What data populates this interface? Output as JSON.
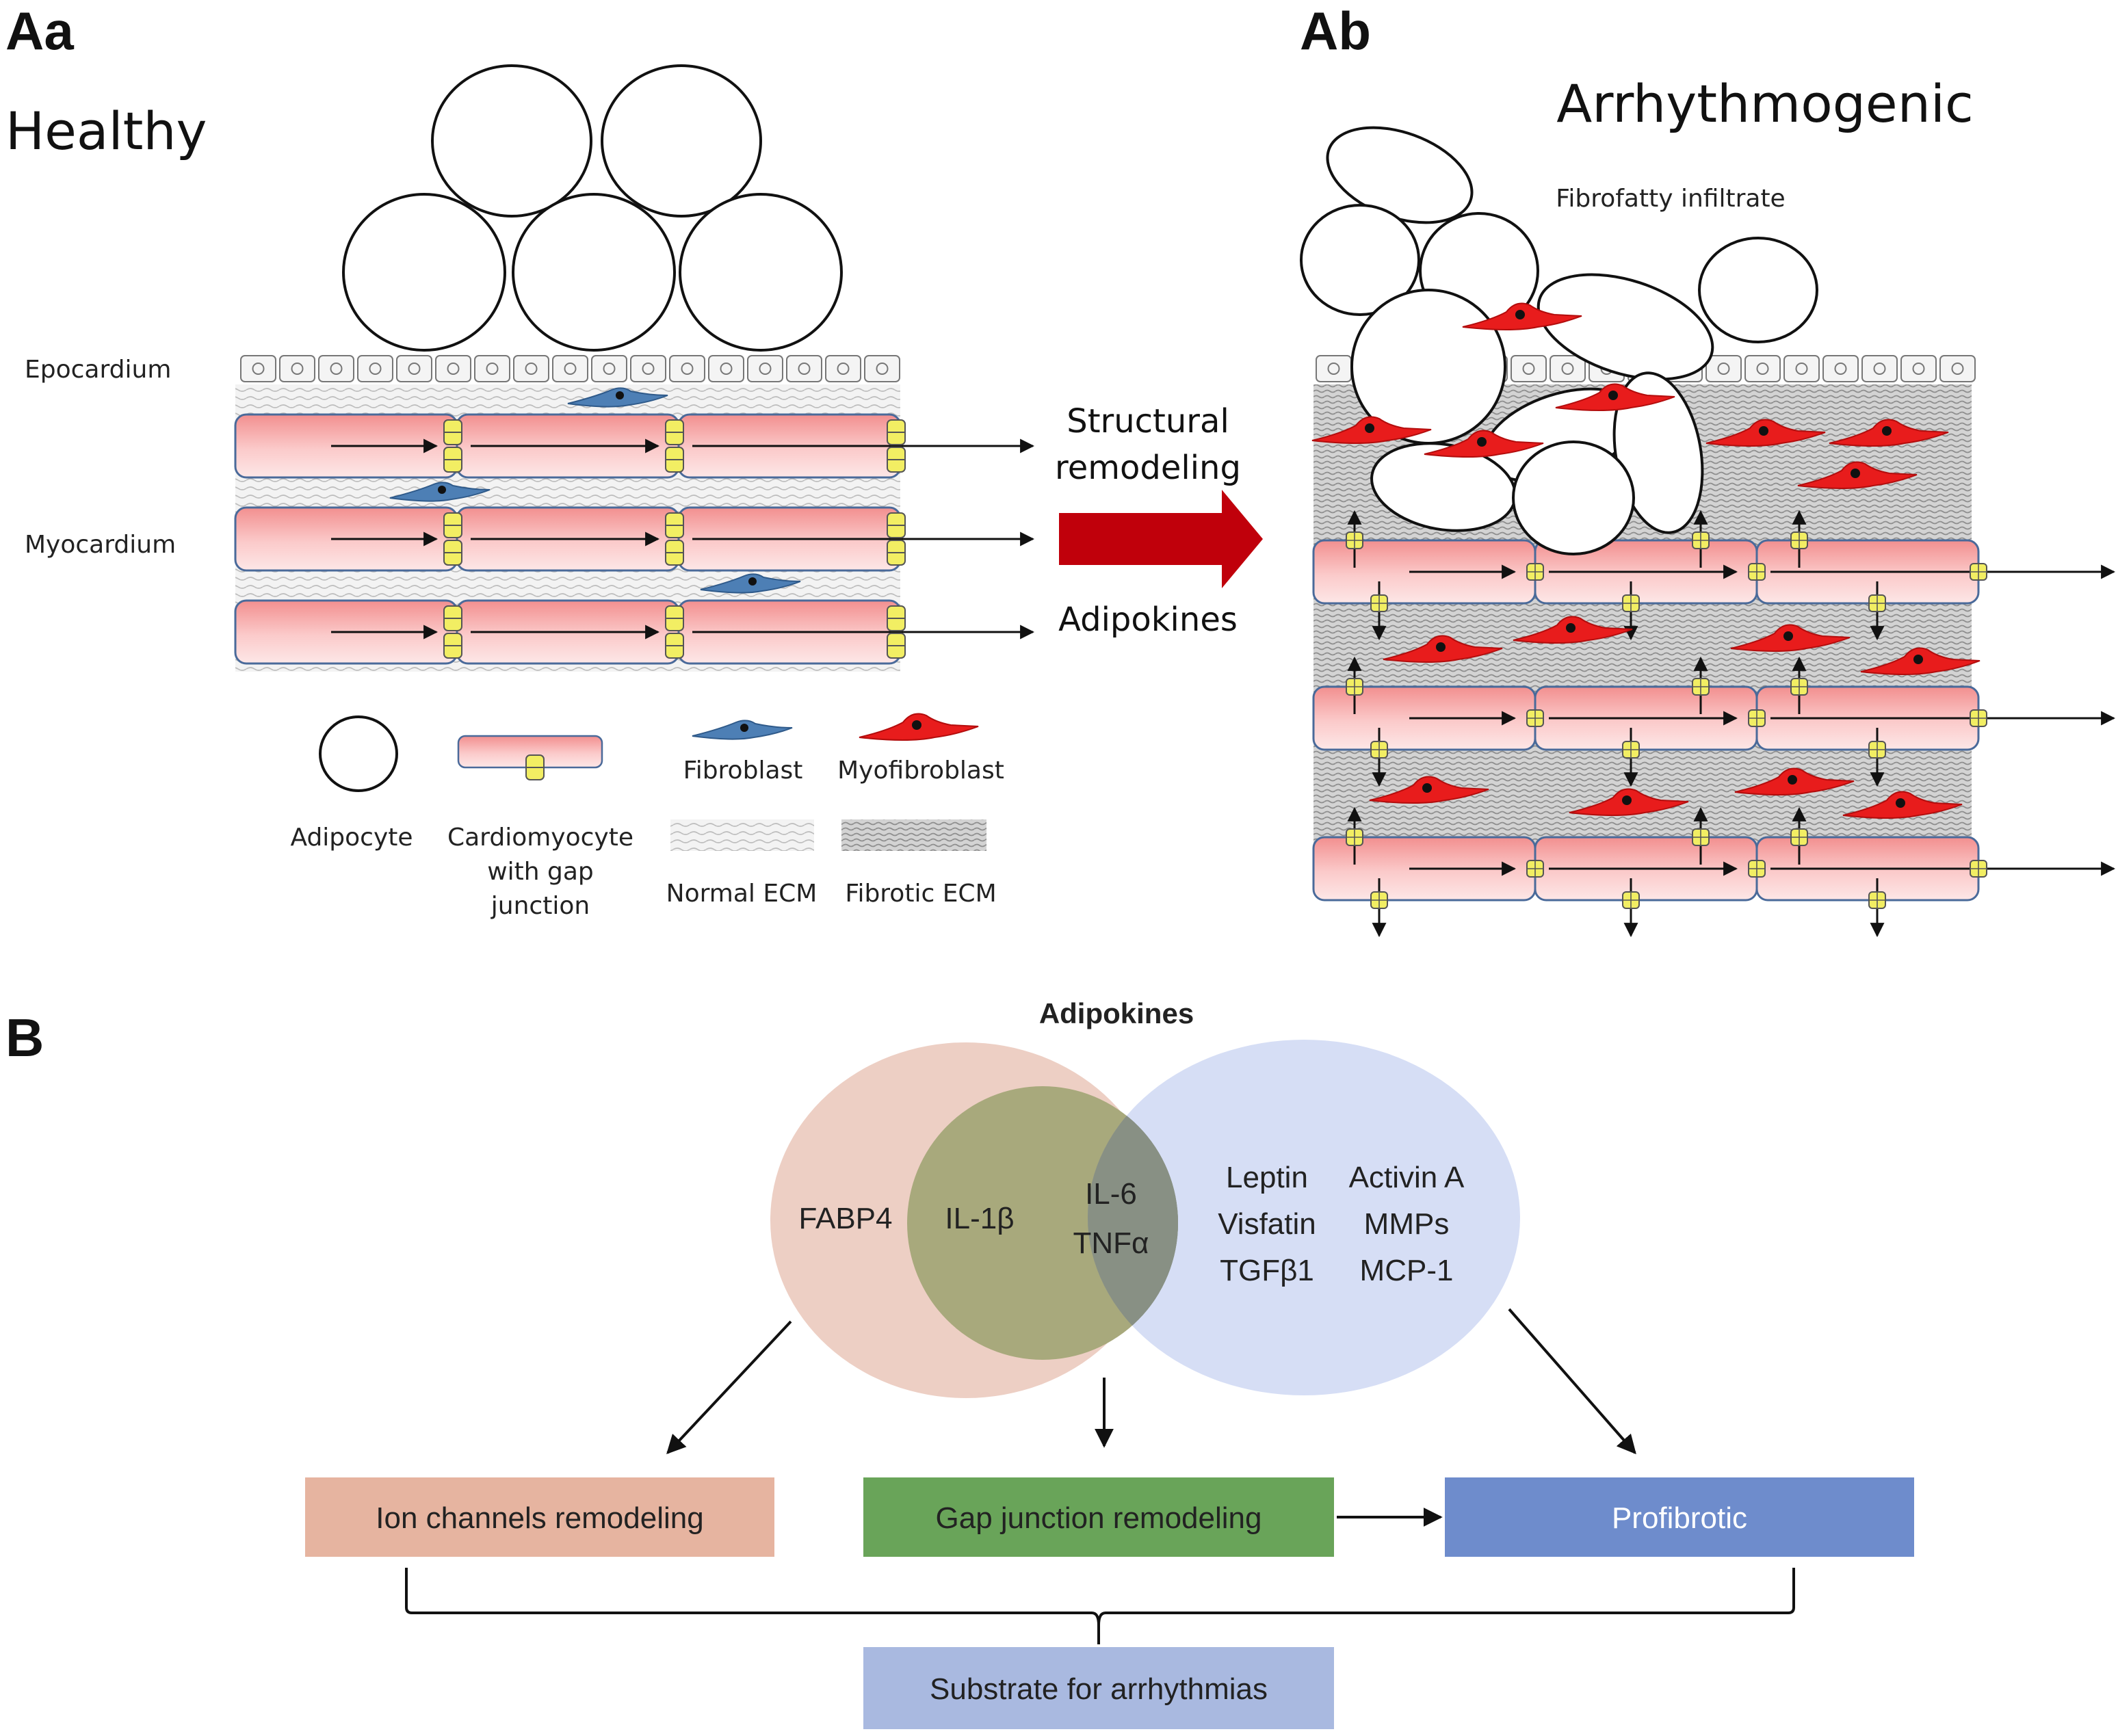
{
  "panel_a": {
    "healthy": {
      "letter": "Aa",
      "title": "Healthy",
      "epicardium_label": "Epocardium",
      "myocardium_label": "Myocardium"
    },
    "arrhythmogenic": {
      "letter": "Ab",
      "title": "Arrhythmogenic",
      "infiltrate_label": "Fibrofatty infiltrate"
    },
    "transition": {
      "top_label_line1": "Structural",
      "top_label_line2": "remodeling",
      "bottom_label": "Adipokines"
    },
    "legend": {
      "adipocyte": "Adipocyte",
      "cardiomyocyte_line1": "Cardiomyocyte",
      "cardiomyocyte_line2": "with gap",
      "cardiomyocyte_line3": "junction",
      "fibroblast": "Fibroblast",
      "myofibroblast": "Myofibroblast",
      "normal_ecm": "Normal ECM",
      "fibrotic_ecm": "Fibrotic ECM"
    }
  },
  "panel_b": {
    "letter": "B",
    "title": "Adipokines",
    "venn": {
      "left_only": "FABP4",
      "inner": "IL-1β",
      "overlap_line1": "IL-6",
      "overlap_line2": "TNFα",
      "right_col1": [
        "Leptin",
        "Visfatin",
        "TGFβ1"
      ],
      "right_col2": [
        "Activin A",
        "MMPs",
        "MCP-1"
      ]
    },
    "boxes": {
      "ion": "Ion channels remodeling",
      "gap": "Gap junction remodeling",
      "profibrotic": "Profibrotic",
      "substrate": "Substrate for arrhythmias"
    }
  },
  "colors": {
    "cardiomyocyte": "#f7a7a7",
    "gap_junction": "#f2ee63",
    "fibroblast": "#4d7fb5",
    "myofibroblast": "#e81c1c",
    "arrow_red": "#c0000b",
    "venn_left": "#eccbbf",
    "venn_right": "#d6def5",
    "venn_inner": "#a8a97c",
    "box_ion": "#e6b4a0",
    "box_gap": "#69a459",
    "box_profibrotic": "#6e8ccc",
    "box_substrate": "#a9b9e0"
  }
}
